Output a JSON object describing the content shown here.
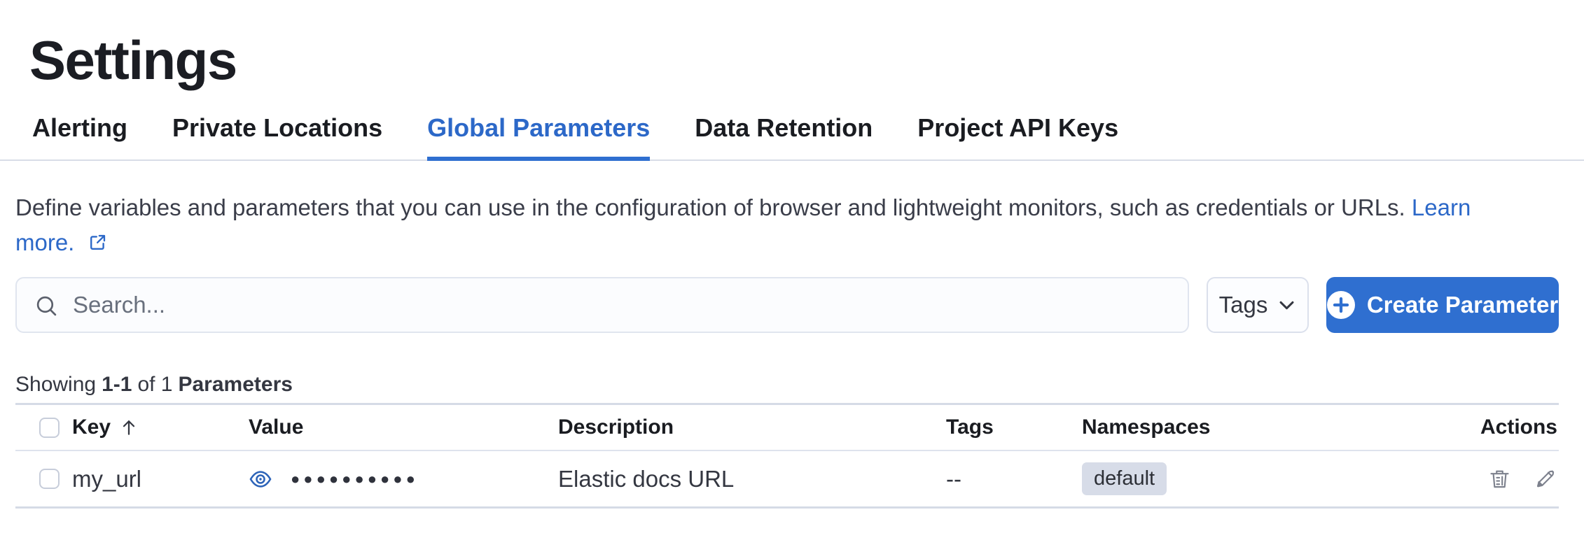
{
  "page": {
    "title": "Settings"
  },
  "tabs": [
    {
      "label": "Alerting",
      "active": false
    },
    {
      "label": "Private Locations",
      "active": false
    },
    {
      "label": "Global Parameters",
      "active": true
    },
    {
      "label": "Data Retention",
      "active": false
    },
    {
      "label": "Project API Keys",
      "active": false
    }
  ],
  "description": {
    "text": "Define variables and parameters that you can use in the configuration of browser and lightweight monitors, such as credentials or URLs.",
    "link_label": "Learn more."
  },
  "toolbar": {
    "search_placeholder": "Search...",
    "search_value": "",
    "tags_label": "Tags",
    "create_label": "Create Parameter"
  },
  "summary": {
    "prefix": "Showing",
    "range": "1-1",
    "middle": "of 1",
    "entity": "Parameters"
  },
  "table": {
    "columns": {
      "key": "Key",
      "value": "Value",
      "description": "Description",
      "tags": "Tags",
      "namespaces": "Namespaces",
      "actions": "Actions"
    },
    "sort": {
      "column": "Key",
      "direction": "ascending"
    },
    "rows": [
      {
        "key": "my_url",
        "value_masked": "●●●●●●●●●●",
        "description": "Elastic docs URL",
        "tags": "--",
        "namespace": "default"
      }
    ]
  },
  "icons": {
    "search": "search-icon",
    "tags_chevron": "chevron-down-icon",
    "create_plus": "plus-in-circle-icon",
    "learn_more": "external-link-icon",
    "sort": "sort-ascending-arrow-icon",
    "reveal": "eye-icon",
    "delete": "trash-icon",
    "edit": "pencil-icon"
  },
  "colors": {
    "accent_blue": "#2f6fd0",
    "link_blue": "#2c68c8",
    "title_text": "#1b1d23",
    "body_text": "#343741",
    "muted_text": "#69707d",
    "divider": "#d5dbe6",
    "badge_bg": "#d7dce8",
    "icon_gray": "#7d818d"
  }
}
